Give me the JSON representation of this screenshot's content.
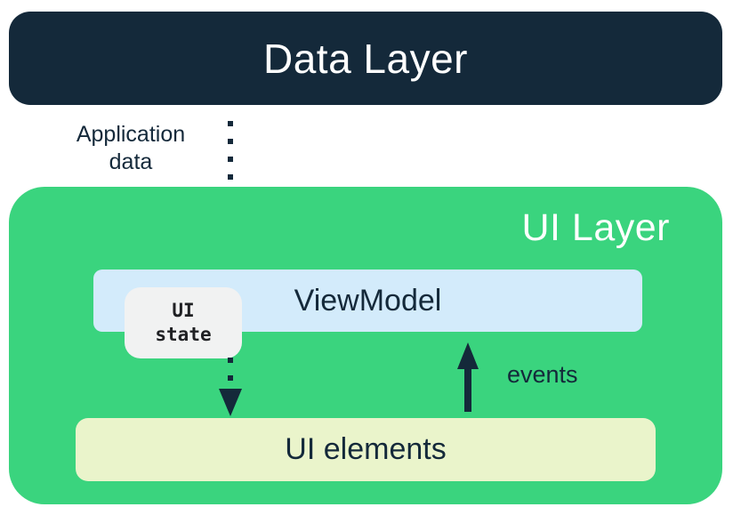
{
  "colors": {
    "navy": "#14293A",
    "green": "#3AD47E",
    "light_blue": "#D3EBFB",
    "cream": "#EAF4CB",
    "chip_gray": "#F1F2F2",
    "white": "#FFFFFF"
  },
  "diagram": {
    "data_layer": {
      "label": "Data Layer"
    },
    "ui_layer": {
      "label": "UI Layer"
    },
    "viewmodel": {
      "label": "ViewModel"
    },
    "ui_state_chip": {
      "lines": [
        "UI",
        "state"
      ]
    },
    "ui_elements": {
      "label": "UI elements"
    },
    "arrows": {
      "application_data": {
        "label_lines": [
          "Application",
          "data"
        ],
        "style": "dotted",
        "direction": "down",
        "from": "Data Layer",
        "to": "UI elements (through ViewModel)"
      },
      "events": {
        "label": "events",
        "style": "solid",
        "direction": "up",
        "from": "UI elements",
        "to": "ViewModel"
      }
    }
  }
}
